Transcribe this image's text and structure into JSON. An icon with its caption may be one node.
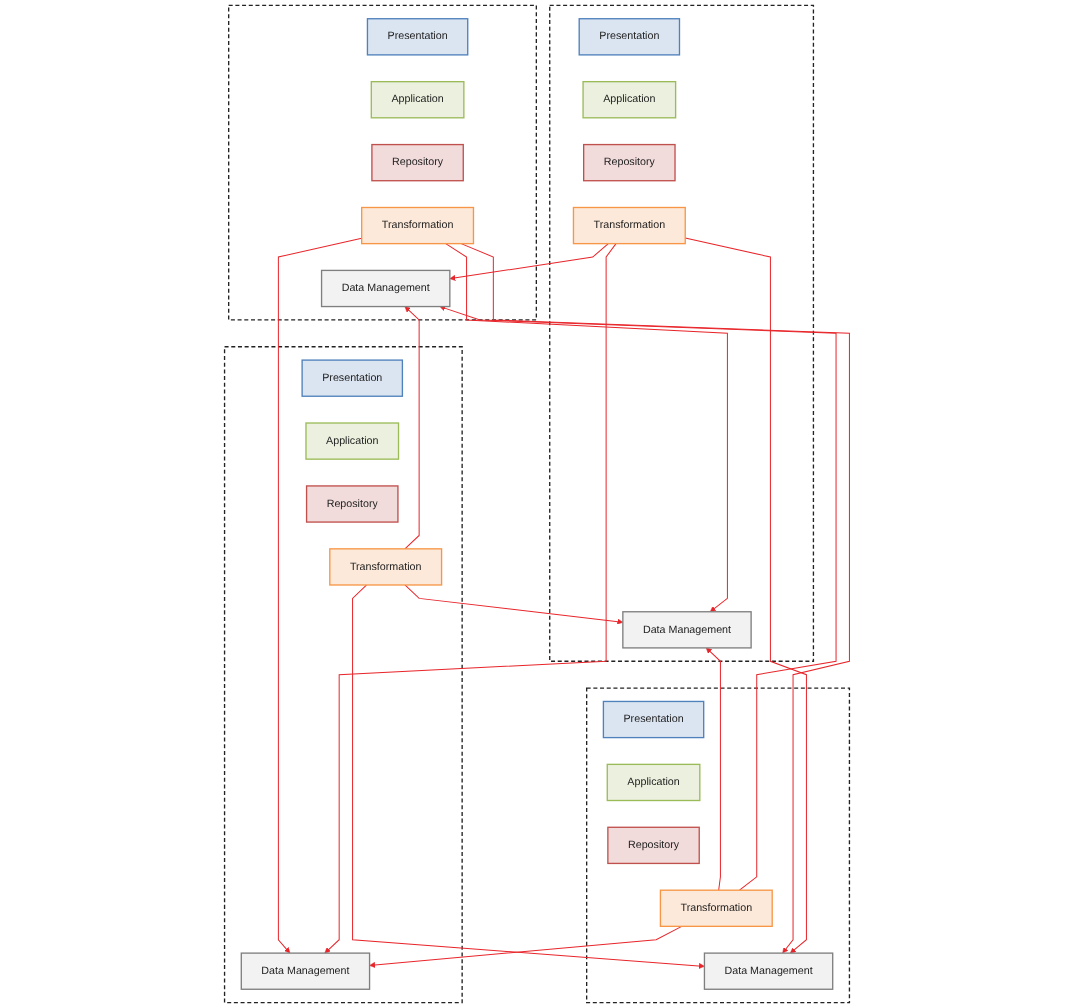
{
  "diagram": {
    "nodes": [
      {
        "text": [],
        "shape": "box"
      },
      {
        "text": [
          "Presentation"
        ],
        "in": 0
      },
      {
        "text": [
          "Application"
        ],
        "in": 0
      },
      {
        "text": [
          "Repository"
        ],
        "in": 0
      },
      {
        "text": [
          "Transformation"
        ],
        "in": 0
      },
      {
        "text": [
          "Data Management"
        ],
        "in": 0
      },
      {
        "text": [],
        "shape": "box"
      },
      {
        "text": [
          "Presentation"
        ],
        "in": 6
      },
      {
        "text": [
          "Application"
        ],
        "in": 6
      },
      {
        "text": [
          "Repository"
        ],
        "in": 6
      },
      {
        "text": [
          "Transformation"
        ],
        "in": 6
      },
      {
        "text": [
          "Data Management"
        ],
        "in": 6
      },
      {
        "text": [],
        "shape": "box"
      },
      {
        "text": [
          "Presentation"
        ],
        "in": 12
      },
      {
        "text": [
          "Application"
        ],
        "in": 12
      },
      {
        "text": [
          "Repository"
        ],
        "in": 12
      },
      {
        "text": [
          "Transformation"
        ],
        "in": 12
      },
      {
        "text": [
          "Data Management"
        ],
        "in": 12
      },
      {
        "text": [],
        "shape": "box"
      },
      {
        "text": [
          "Presentation"
        ],
        "in": 18
      },
      {
        "text": [
          "Application"
        ],
        "in": 18
      },
      {
        "text": [
          "Repository"
        ],
        "in": 18
      },
      {
        "text": [
          "Transformation"
        ],
        "in": 18
      },
      {
        "text": [
          "Data Management"
        ],
        "in": 18
      }
    ],
    "edges": [
      {
        "from": 4,
        "to": 11,
        "arrow": "to"
      },
      {
        "from": 4,
        "to": 23,
        "arrow": "to"
      },
      {
        "from": 4,
        "to": 17,
        "arrow": "to"
      },
      {
        "from": 10,
        "to": 5,
        "arrow": "to"
      },
      {
        "from": 10,
        "to": 17,
        "arrow": "to"
      },
      {
        "from": 10,
        "to": 23,
        "arrow": "to"
      },
      {
        "from": 16,
        "to": 5,
        "arrow": "to"
      },
      {
        "from": 16,
        "to": 11,
        "arrow": "to"
      },
      {
        "from": 16,
        "to": 23,
        "arrow": "to"
      },
      {
        "from": 22,
        "to": 17,
        "arrow": "to"
      },
      {
        "from": 22,
        "to": 11,
        "arrow": "to"
      },
      {
        "from": 22,
        "to": 5,
        "arrow": "to"
      }
    ]
  }
}
